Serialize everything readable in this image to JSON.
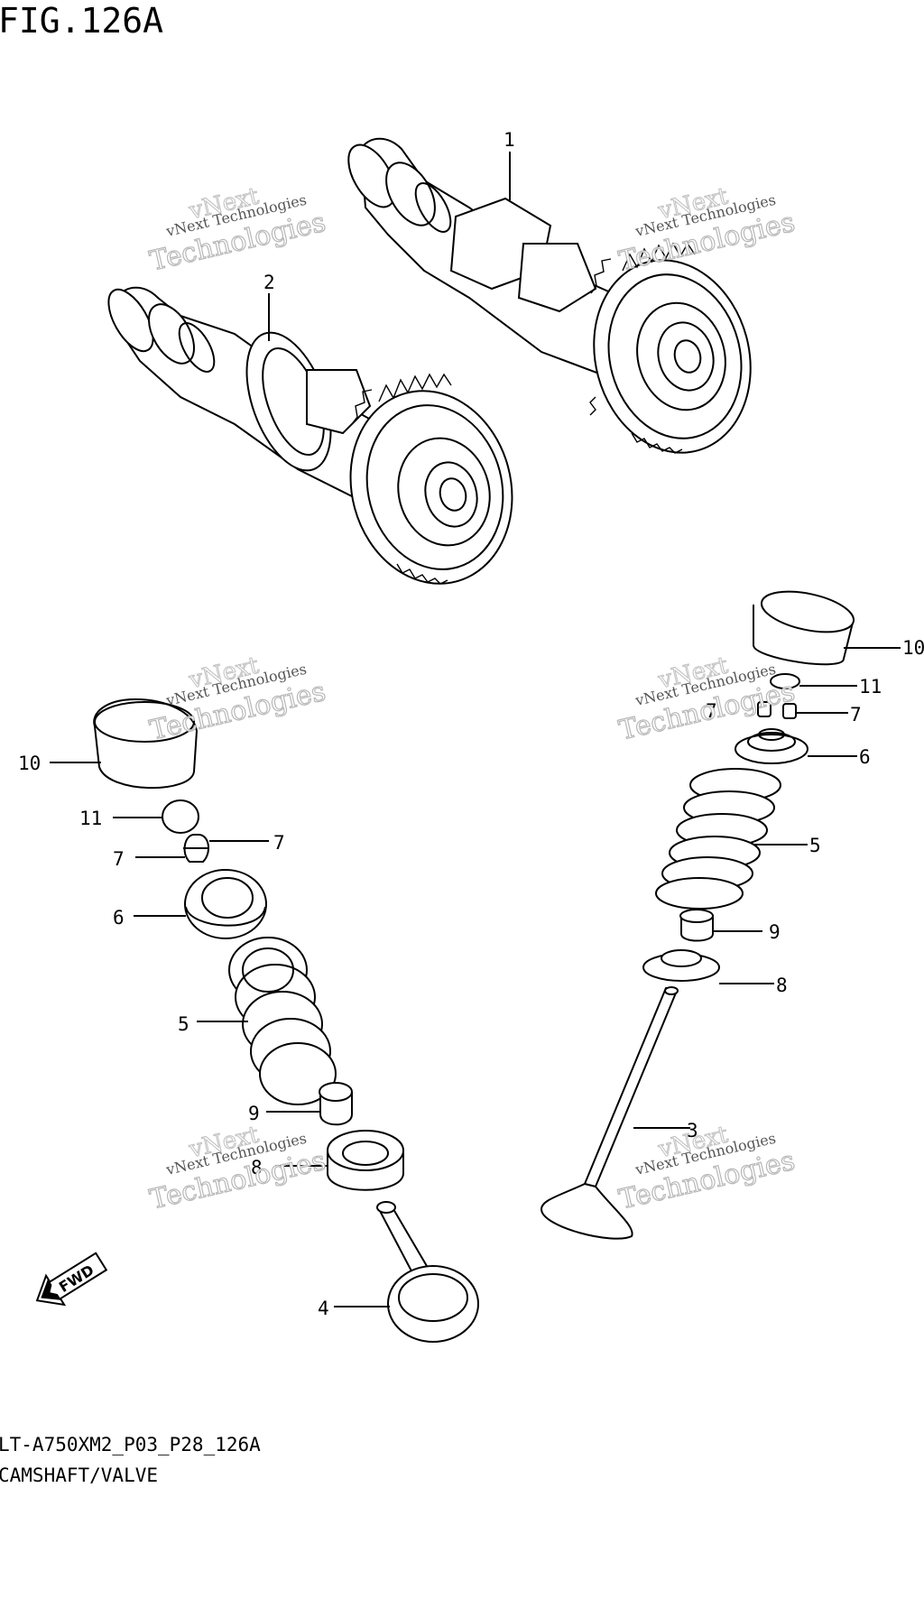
{
  "figure": {
    "title": "FIG.126A",
    "model_code": "LT-A750XM2_P03_P28_126A",
    "section_name": "CAMSHAFT/VALVE"
  },
  "fwd_label": "FWD",
  "watermark": {
    "line1": "vNext Technologies",
    "line2": "vNext",
    "line3": "Technologies"
  },
  "callouts": {
    "p1": "1",
    "p2": "2",
    "p3": "3",
    "p4": "4",
    "p5L": "5",
    "p5R": "5",
    "p6L": "6",
    "p6R": "6",
    "p7La": "7",
    "p7Lb": "7",
    "p7Ra": "7",
    "p7Rb": "7",
    "p8L": "8",
    "p8R": "8",
    "p9L": "9",
    "p9R": "9",
    "p10L": "10",
    "p10R": "10",
    "p11L": "11",
    "p11R": "11"
  }
}
